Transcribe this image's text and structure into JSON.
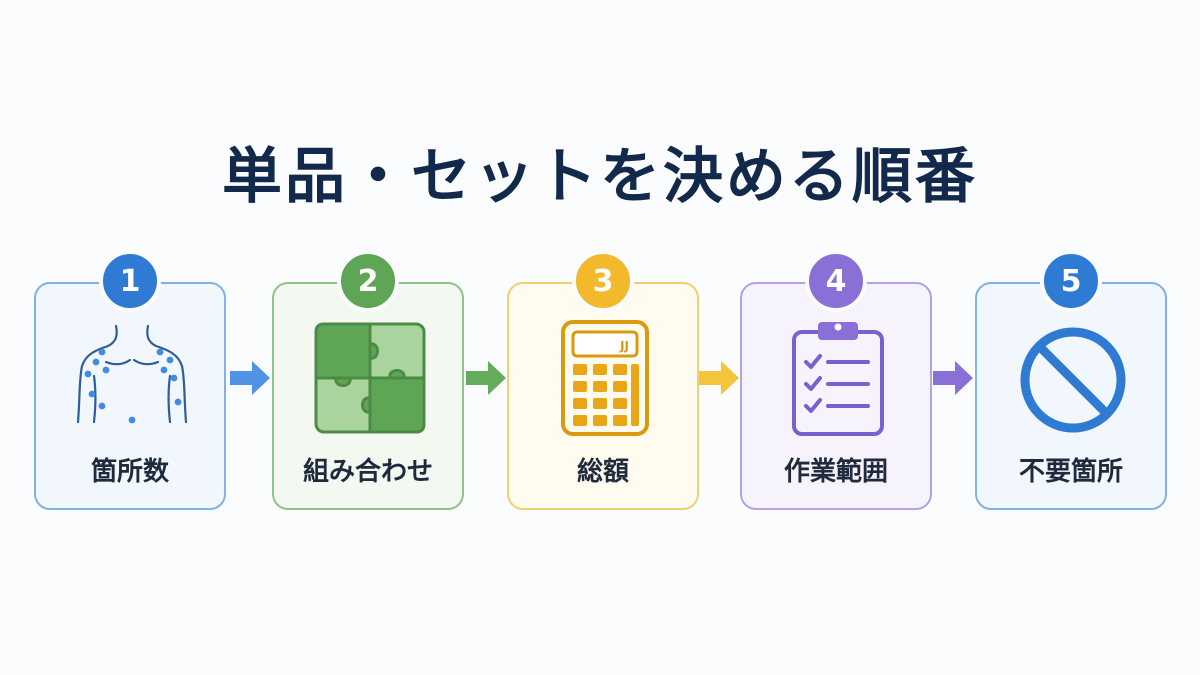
{
  "title": "単品・セットを決める順番",
  "steps": [
    {
      "number": "1",
      "label": "箇所数",
      "icon": "body-points-icon",
      "color": "#2f7bd4",
      "border": "#7fb2e6",
      "bg": "#f2f7fd"
    },
    {
      "number": "2",
      "label": "組み合わせ",
      "icon": "puzzle-icon",
      "color": "#5fa556",
      "border": "#8fc488",
      "bg": "#f3f8f1"
    },
    {
      "number": "3",
      "label": "総額",
      "icon": "calculator-icon",
      "color": "#f2b92c",
      "border": "#f2cf72",
      "bg": "#fffbef"
    },
    {
      "number": "4",
      "label": "作業範囲",
      "icon": "clipboard-checklist-icon",
      "color": "#8a6fd6",
      "border": "#b3a2e6",
      "bg": "#f6f3fd"
    },
    {
      "number": "5",
      "label": "不要箇所",
      "icon": "prohibited-icon",
      "color": "#2f7bd4",
      "border": "#7fb2e6",
      "bg": "#f2f7fd"
    }
  ],
  "calculator_display": "JJ"
}
